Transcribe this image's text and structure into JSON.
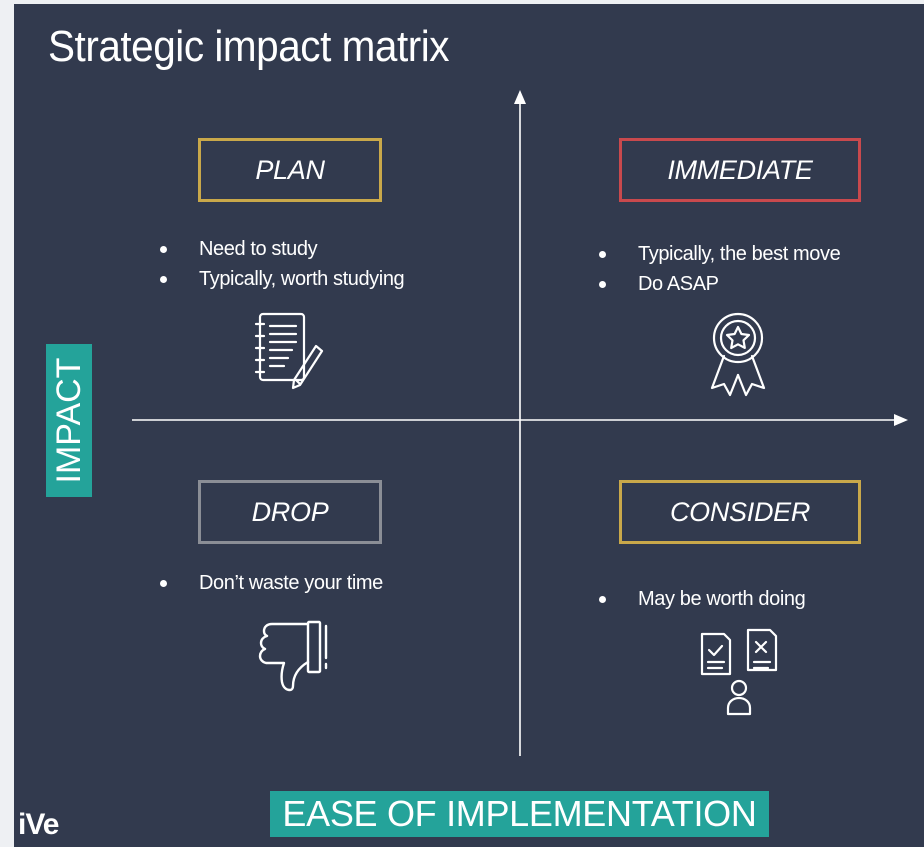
{
  "title": "Strategic impact matrix",
  "axes": {
    "y_label": "IMPACT",
    "x_label": "EASE OF IMPLEMENTATION"
  },
  "quadrants": {
    "plan": {
      "label": "PLAN",
      "border_color": "#c9a84a",
      "bullets": [
        "Need to study",
        "Typically, worth studying"
      ],
      "icon": "notepad-pencil-icon"
    },
    "immediate": {
      "label": "IMMEDIATE",
      "border_color": "#c9494d",
      "bullets": [
        "Typically, the best move",
        "Do ASAP"
      ],
      "icon": "award-ribbon-icon"
    },
    "drop": {
      "label": "DROP",
      "border_color": "#8b8e96",
      "bullets": [
        "Don’t waste your time"
      ],
      "icon": "thumbs-down-icon"
    },
    "consider": {
      "label": "CONSIDER",
      "border_color": "#c9a84a",
      "bullets": [
        "May be worth doing"
      ],
      "icon": "decision-documents-icon"
    }
  },
  "logo": "iVe",
  "colors": {
    "background": "#323a4e",
    "accent": "#24a39a",
    "text": "#ffffff"
  }
}
